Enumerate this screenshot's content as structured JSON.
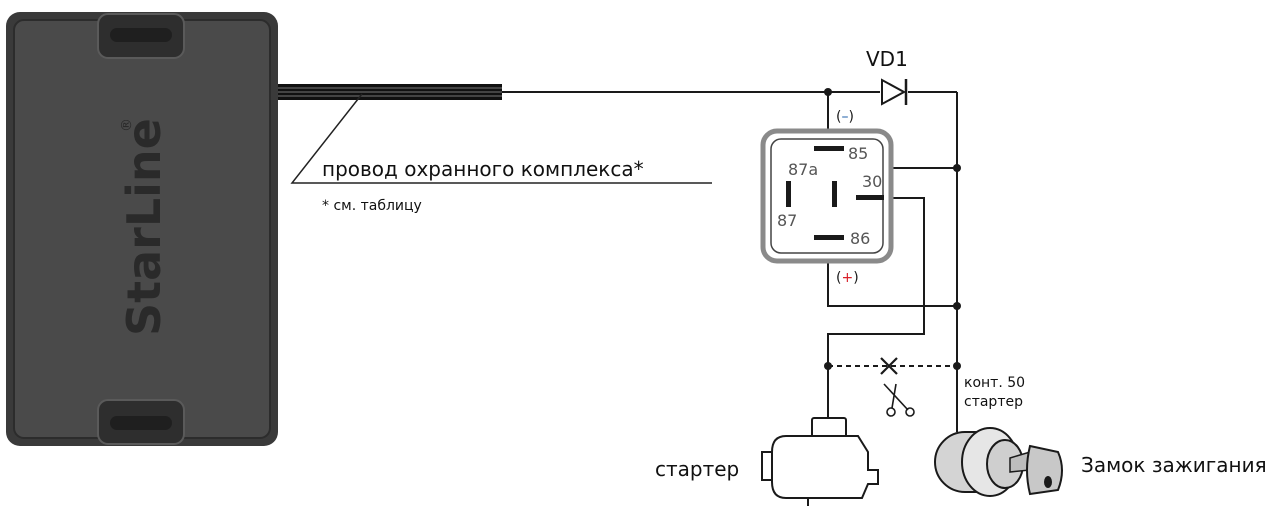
{
  "device": {
    "brand": "StarLine",
    "registered": "®"
  },
  "alarm_wire": {
    "label": "провод охранного комплекса*",
    "footnote": "* см. таблицу"
  },
  "diode": {
    "label": "VD1"
  },
  "relay": {
    "pin_85": "85",
    "pin_87a": "87a",
    "pin_87": "87",
    "pin_30": "30",
    "pin_86": "86",
    "polarity_minus": "(–)",
    "polarity_plus": "(+)",
    "minus_sign": "–",
    "plus_sign": "+"
  },
  "ignition": {
    "contact_line1": "конт. 50",
    "contact_line2": "стартер",
    "label": "Замок зажигания"
  },
  "starter": {
    "label": "стартер"
  },
  "colors": {
    "minus": "#1f5fa8",
    "plus": "#d9202a",
    "wire": "#1a1a1a",
    "module_body": "#3c3c3c",
    "module_outline": "#555555"
  }
}
